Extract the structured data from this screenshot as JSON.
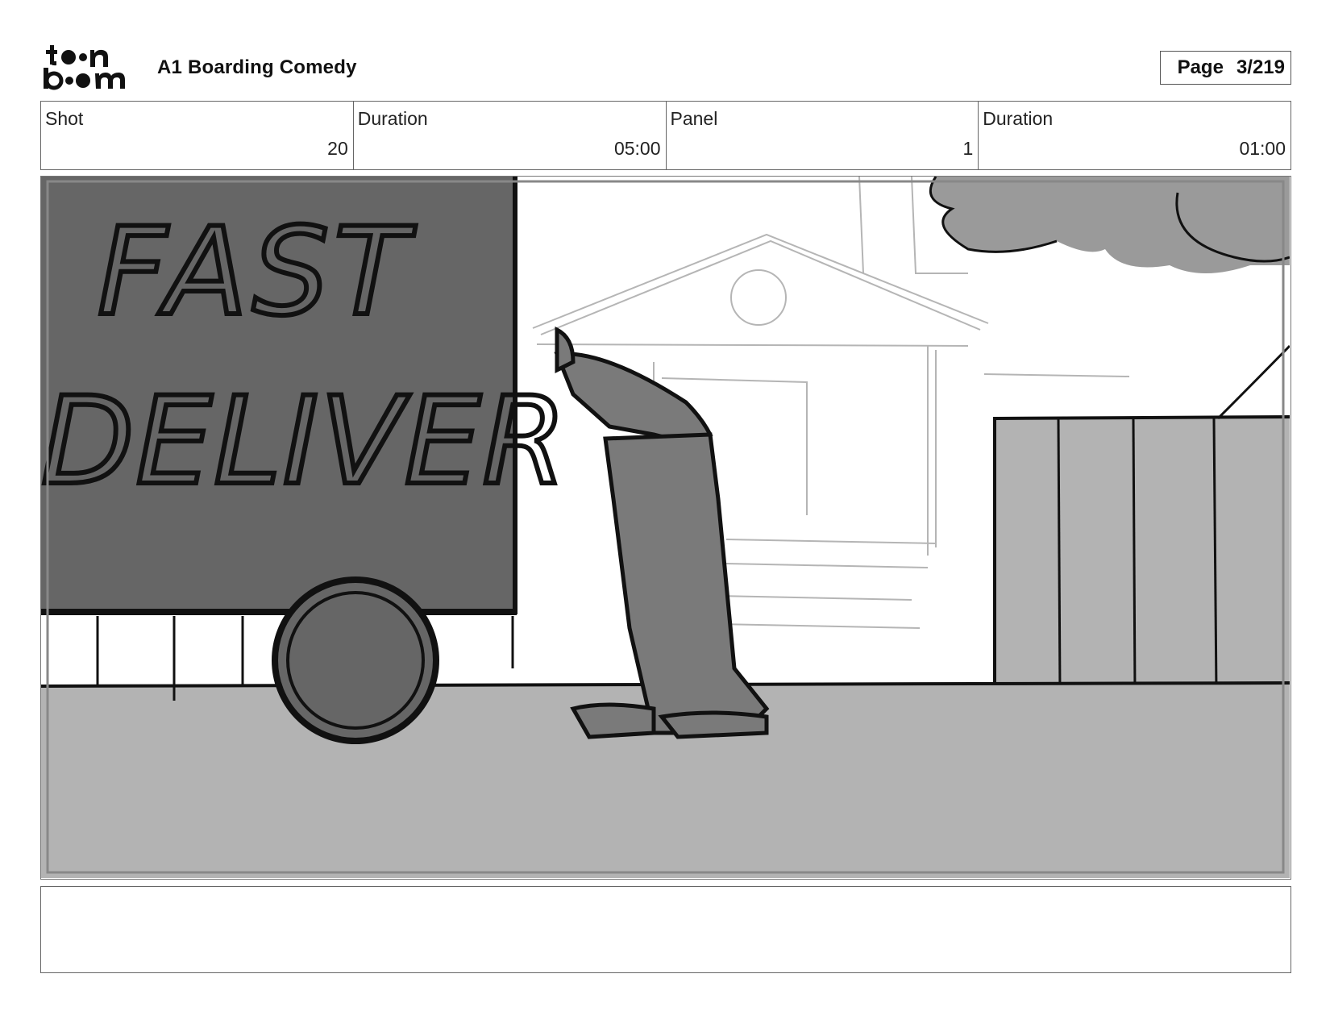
{
  "header": {
    "logo_alt": "toon boom",
    "project_title": "A1 Boarding Comedy",
    "page_label": "Page",
    "page_number": "3/219"
  },
  "info": {
    "shot_label": "Shot",
    "shot_value": "20",
    "shot_duration_label": "Duration",
    "shot_duration_value": "05:00",
    "panel_label": "Panel",
    "panel_value": "1",
    "panel_duration_label": "Duration",
    "panel_duration_value": "01:00"
  },
  "panel": {
    "truck_text_line1": "FAST",
    "truck_text_line2": "DELIVER"
  },
  "notes": {
    "text": ""
  }
}
